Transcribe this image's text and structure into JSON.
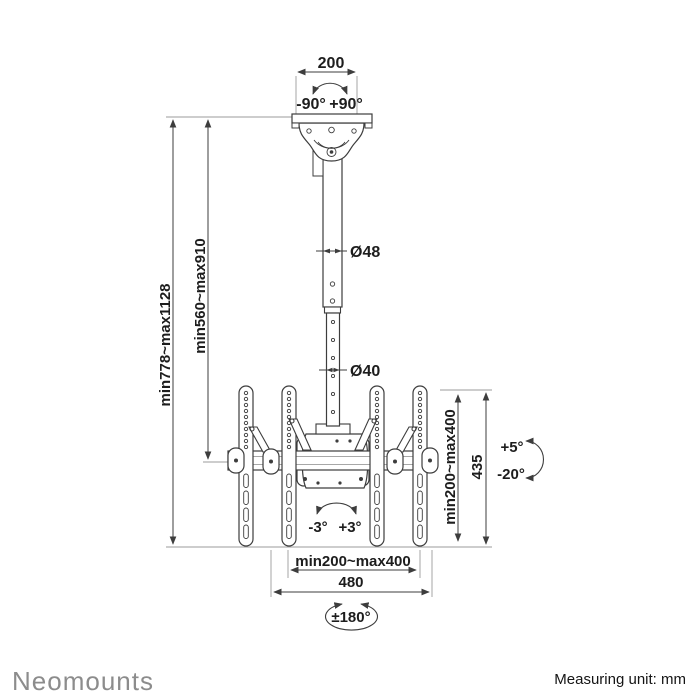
{
  "diagram": {
    "kind": "product-dimension-drawing",
    "subject": "dual-screen telescopic ceiling TV mount"
  },
  "labels": {
    "top_width": "200",
    "swivel_top_neg": "-90°",
    "swivel_top_pos": "+90°",
    "upper_pole_diameter": "Ø48",
    "lower_pole_diameter": "Ø40",
    "total_height": "min778~max1128",
    "pole_height": "min560~max910",
    "vesa_height": "min200~max400",
    "bracket_height": "435",
    "tilt_up": "+5°",
    "tilt_down": "-20°",
    "level_neg": "-3°",
    "level_pos": "+3°",
    "vesa_width": "min200~max400",
    "crossbar_width": "480",
    "rotation_bottom": "±180°"
  },
  "footer": {
    "brand": "Neomounts",
    "measuring_unit": "Measuring unit: mm"
  },
  "colors": {
    "object_line": "#3d3d3d",
    "dimension_line": "#3d3d3d",
    "extension_line": "#9b9b9b",
    "text": "#1d1d1d",
    "brand_gray": "#8c8c8c",
    "background": "#ffffff"
  }
}
